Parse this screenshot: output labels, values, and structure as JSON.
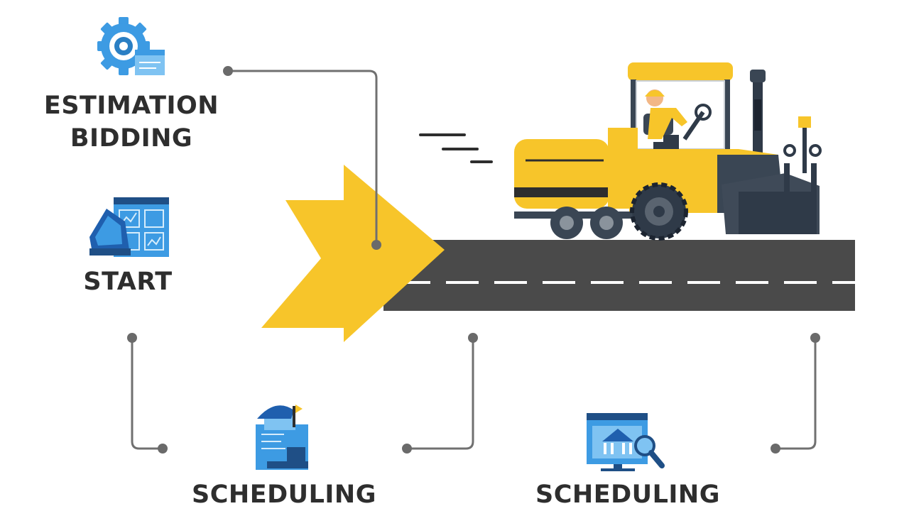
{
  "steps": {
    "estimation": {
      "line1": "ESTIMATION",
      "line2": "BIDDING",
      "icon": "gear-document-icon"
    },
    "start": {
      "label": "START",
      "icon": "dashboard-screen-icon"
    },
    "scheduling_left": {
      "label": "SCHEDULING",
      "icon": "worker-document-icon"
    },
    "scheduling_right": {
      "label": "SCHEDULING",
      "icon": "monitor-search-icon"
    }
  },
  "colors": {
    "yellow": "#f7c52a",
    "road": "#4a4a4a",
    "connector": "#707070",
    "icon_blue": "#3d9be3",
    "text": "#2e2e2e"
  }
}
